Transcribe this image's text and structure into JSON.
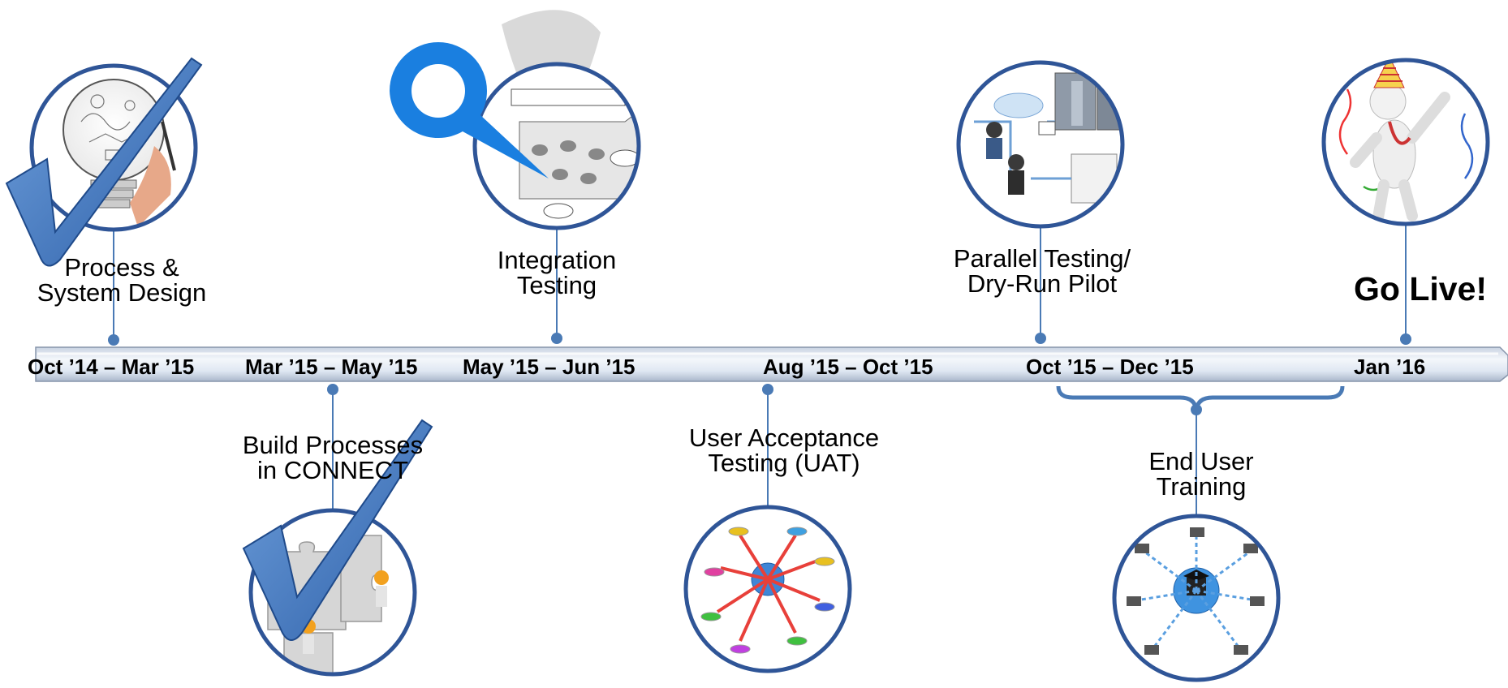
{
  "timeline": {
    "dates": [
      {
        "id": "d1",
        "text": "Oct ’14 – Mar ’15"
      },
      {
        "id": "d2",
        "text": "Mar ’15 – May ’15"
      },
      {
        "id": "d3",
        "text": "May ’15 – Jun ’15"
      },
      {
        "id": "d4",
        "text": "Aug ’15 – Oct ’15"
      },
      {
        "id": "d5",
        "text": "Oct ’15 – Dec ’15"
      },
      {
        "id": "d6",
        "text": "Jan ’16"
      }
    ],
    "milestones_above": [
      {
        "line1": "Process &",
        "line2": "System Design",
        "done": true,
        "icon": "lightbulb-sketch-icon"
      },
      {
        "line1": "Integration",
        "line2": "Testing",
        "current": true,
        "icon": "system-testing-flow-icon"
      },
      {
        "line1": "Parallel Testing/",
        "line2": "Dry-Run Pilot",
        "icon": "server-network-icon"
      }
    ],
    "milestones_below": [
      {
        "line1": "Build Processes",
        "line2": "in CONNECT",
        "done": true,
        "icon": "puzzle-team-icon"
      },
      {
        "line1": "User Acceptance",
        "line2": "Testing (UAT)",
        "icon": "user-network-icon"
      },
      {
        "line1": "End User",
        "line2": "Training",
        "icon": "training-network-icon"
      }
    ],
    "go_live": {
      "text": "Go Live!",
      "icon": "celebration-figure-icon"
    }
  },
  "colors": {
    "accent": "#4a7ab5",
    "circle_border": "#2f5597",
    "check": "#4a80c8",
    "pin": "#1a7fe0",
    "bar": "#dde6f3"
  }
}
